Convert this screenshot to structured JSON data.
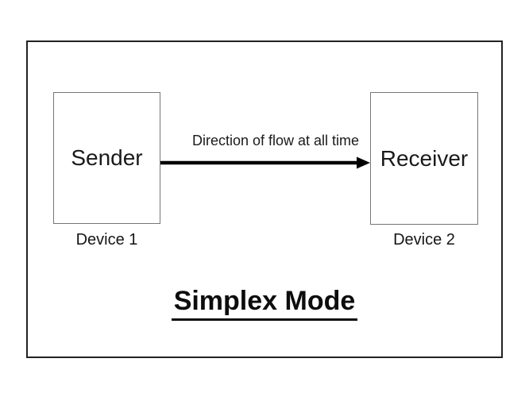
{
  "diagram": {
    "title": "Simplex Mode",
    "nodes": [
      {
        "id": "sender",
        "label": "Sender",
        "caption": "Device 1"
      },
      {
        "id": "receiver",
        "label": "Receiver",
        "caption": "Device 2"
      }
    ],
    "arrow": {
      "label": "Direction of flow at all time",
      "direction": "left-to-right"
    },
    "colors": {
      "frame_border": "#222222",
      "node_border": "#767676",
      "arrow": "#000000",
      "text": "#111111"
    }
  }
}
